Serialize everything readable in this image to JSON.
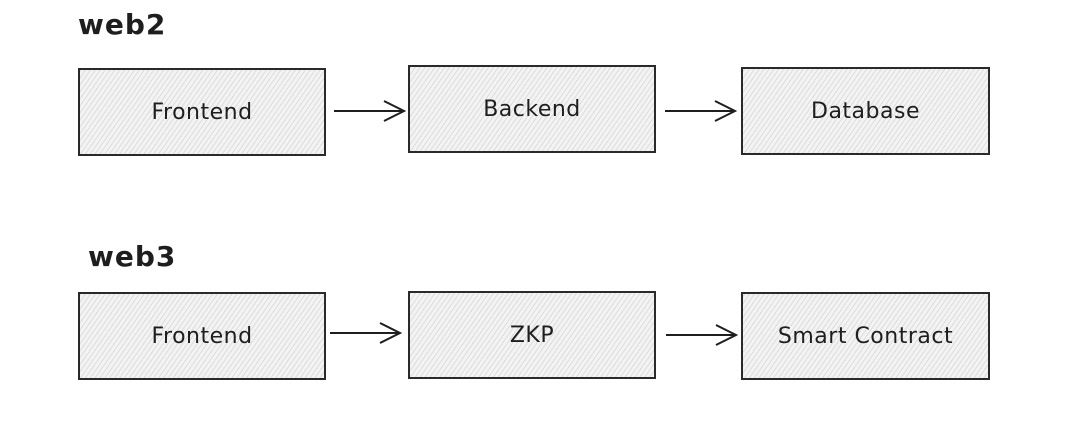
{
  "colors": {
    "stroke": "#1e1e1e",
    "fill": "#f3f3f3"
  },
  "rows": [
    {
      "title": "web2",
      "boxes": [
        "Frontend",
        "Backend",
        "Database"
      ]
    },
    {
      "title": "web3",
      "boxes": [
        "Frontend",
        "ZKP",
        "Smart Contract"
      ]
    }
  ]
}
